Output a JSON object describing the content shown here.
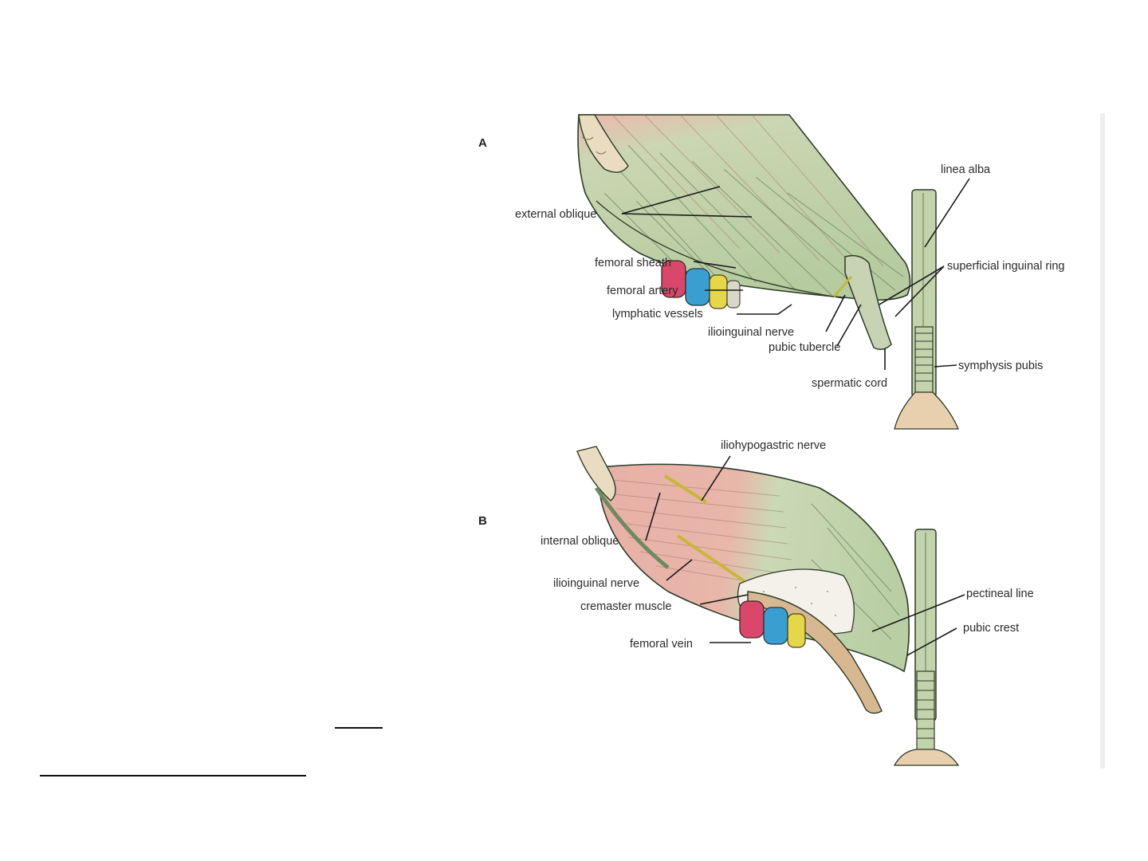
{
  "figure": {
    "panel_a": {
      "letter": "A",
      "labels": {
        "external_oblique": "external oblique",
        "femoral_sheath": "femoral sheath",
        "femoral_artery": "femoral artery",
        "lymphatic_vessels": "lymphatic vessels",
        "ilioinguinal_nerve": "ilioinguinal nerve",
        "pubic_tubercle": "pubic tubercle",
        "spermatic_cord": "spermatic cord",
        "linea_alba": "linea alba",
        "superficial_inguinal_ring": "superficial inguinal ring",
        "symphysis_pubis": "symphysis pubis"
      }
    },
    "panel_b": {
      "letter": "B",
      "labels": {
        "iliohypogastric_nerve": "iliohypogastric nerve",
        "internal_oblique": "internal oblique",
        "ilioinguinal_nerve": "ilioinguinal nerve",
        "cremaster_muscle": "cremaster muscle",
        "femoral_vein": "femoral vein",
        "pectineal_line": "pectineal line",
        "pubic_crest": "pubic crest"
      }
    }
  },
  "colors": {
    "muscle_green": "#b9cca3",
    "muscle_pink": "#e8b2a8",
    "artery_red": "#d9476a",
    "vein_blue": "#3a9fd0",
    "lymph_yellow": "#e6d64a",
    "bone_tan": "#e8cfae"
  }
}
